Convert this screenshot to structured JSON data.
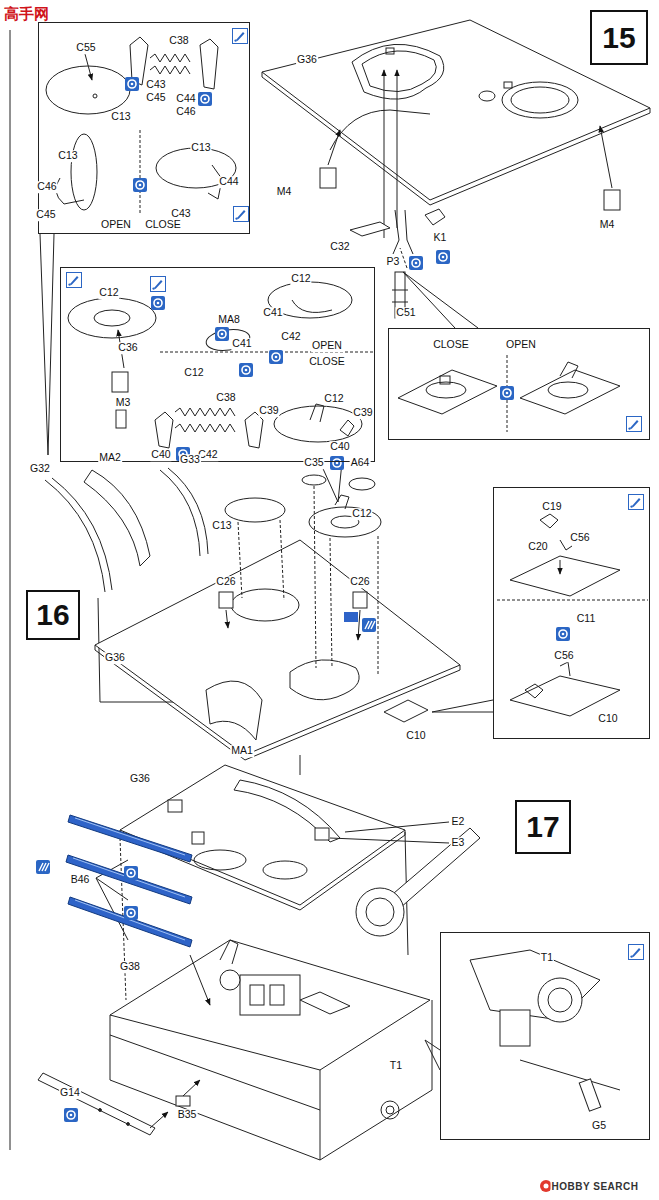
{
  "diagram": {
    "nodes": [
      {
        "text": [
          "C55",
          "C38",
          "C43",
          "C45",
          "C44",
          "C46",
          "C13",
          "C13",
          "C46",
          "C45",
          "C13",
          "C44",
          "C43",
          "OPEN",
          "CLOSE"
        ]
      },
      {
        "text": [
          "15"
        ]
      },
      {
        "text": [
          "C12",
          "C12",
          "MA8",
          "C41",
          "C42",
          "C41",
          "OPEN",
          "CLOSE",
          "C36",
          "C12",
          "M3",
          "C38",
          "C12",
          "C39",
          "C39",
          "C40",
          "C42",
          "C40"
        ]
      },
      {
        "text": [
          "CLOSE",
          "OPEN"
        ]
      },
      {
        "text": [
          "16"
        ]
      },
      {
        "text": [
          "C19",
          "C56",
          "C20",
          "C11",
          "C56",
          "C10"
        ]
      },
      {
        "text": [
          "17"
        ]
      },
      {
        "text": [
          "T1",
          "G5"
        ]
      }
    ],
    "labels": [
      "高手网",
      "G36",
      "M4",
      "C32",
      "K1",
      "P3",
      "C51",
      "M4",
      "G32",
      "MA2",
      "G33",
      "C35",
      "A64",
      "C13",
      "C12",
      "C26",
      "C26",
      "G36",
      "MA1",
      "C10",
      "G36",
      "E2",
      "E3",
      "B46",
      "G38",
      "G14",
      "B35",
      "T1",
      "HOBBY SEARCH"
    ]
  }
}
